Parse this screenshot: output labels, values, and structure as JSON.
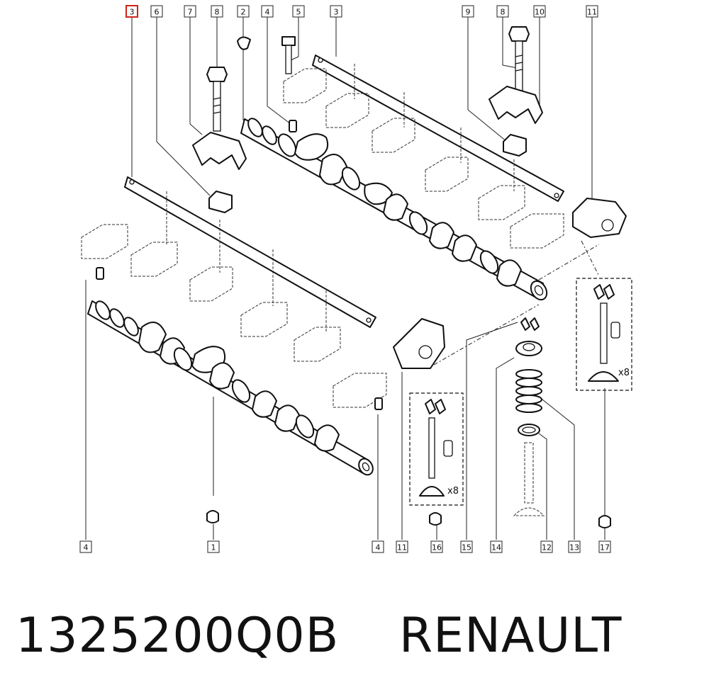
{
  "diagram": {
    "callouts_top": [
      "3",
      "6",
      "7",
      "8",
      "2",
      "4",
      "5",
      "3",
      "9",
      "8",
      "10",
      "11"
    ],
    "callouts_bottom": [
      "4",
      "1",
      "4",
      "11",
      "16",
      "15",
      "14",
      "12",
      "13",
      "17"
    ],
    "highlighted_callout": "3",
    "quantity_labels": [
      "x8",
      "x8"
    ]
  },
  "caption": {
    "part_number": "1325200Q0B",
    "brand": "RENAULT"
  }
}
